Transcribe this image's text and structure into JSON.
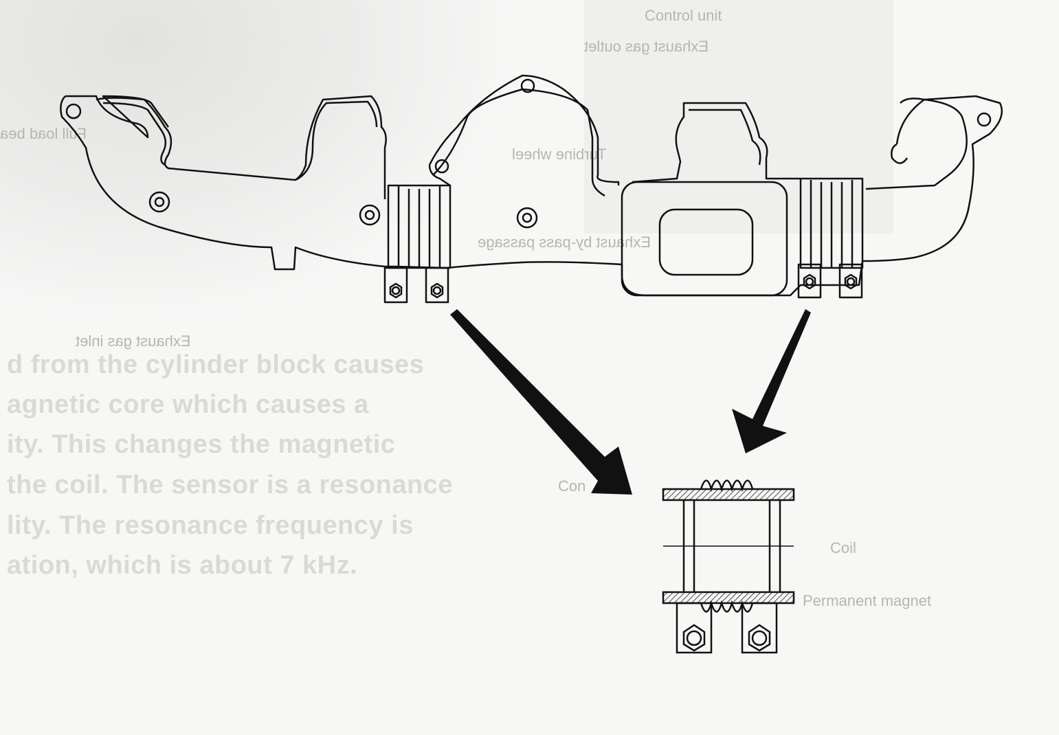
{
  "bleed_through_text": {
    "lines": [
      "d from the cylinder block causes",
      "agnetic core which causes a",
      "ity.  This changes the magnetic",
      " the coil.  The sensor is a resonance",
      "lity.  The resonance frequency is",
      "ation, which is about 7 kHz."
    ],
    "labels": {
      "control_unit": "Control unit",
      "exhaust_gas_outlet": "Exhaust gas outlet",
      "full_load": "Full load bea",
      "turbine_wheel": "Turbine wheel",
      "bypass": "Exhaust by-pass passage",
      "exhaust_gas_inlet": "Exhaust gas inlet",
      "coil": "Coil",
      "permanent_magnet": "Permanent magnet",
      "control": "Con"
    }
  },
  "colors": {
    "line": "#111111",
    "paper": "#f7f7f6",
    "ghost": "#d9d9d7"
  }
}
